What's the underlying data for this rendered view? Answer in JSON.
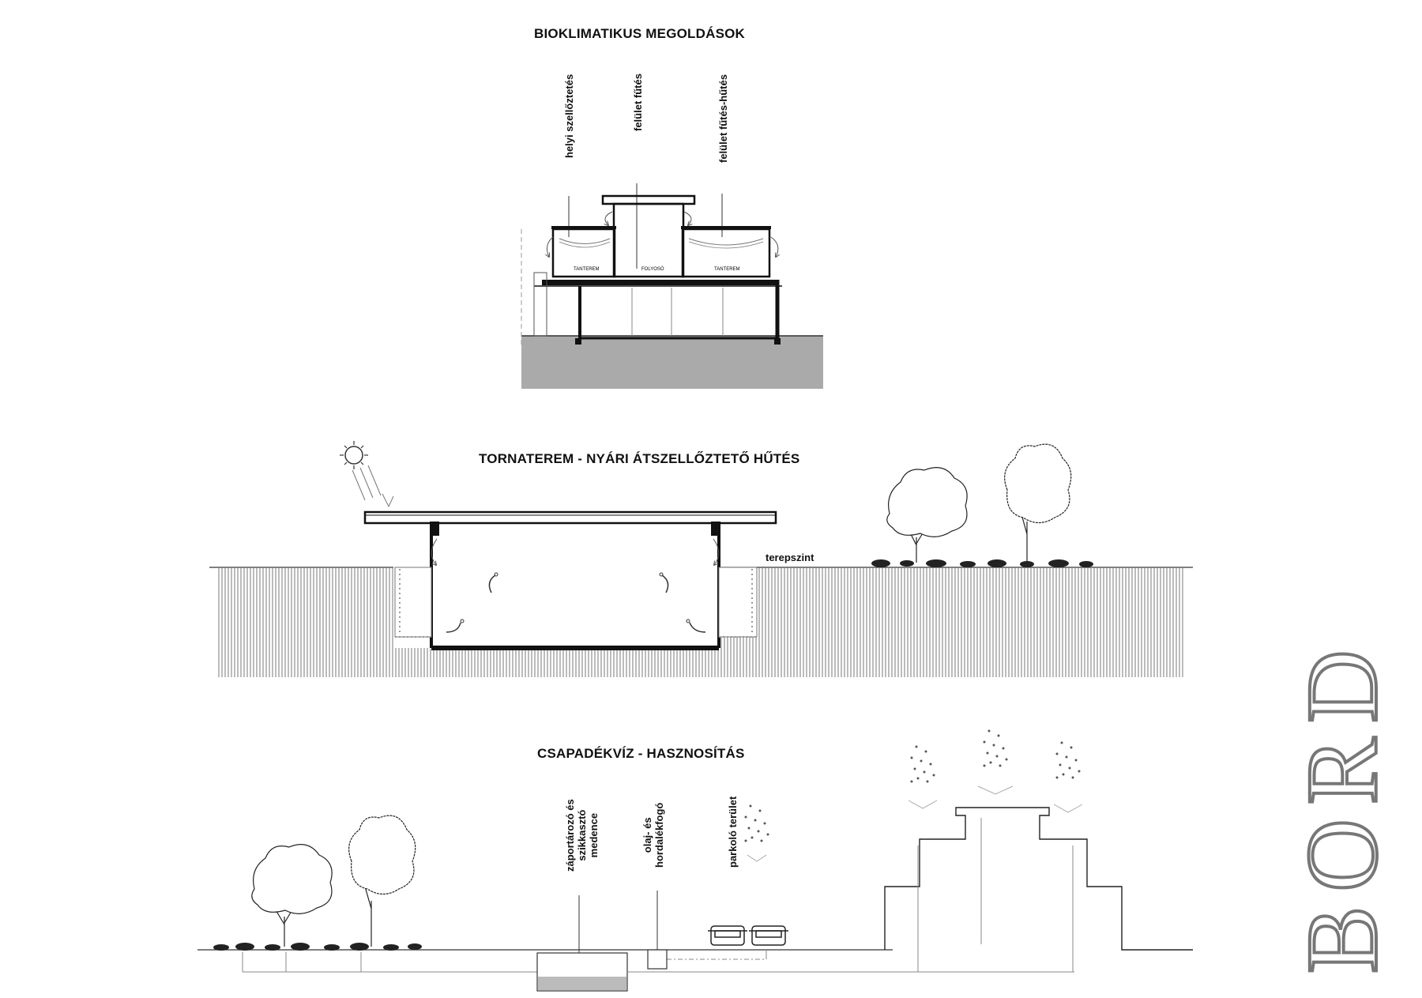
{
  "section1": {
    "title": "BIOKLIMATIKUS MEGOLDÁSOK",
    "labels": [
      "helyi szellőztetés",
      "felület fűtés",
      "felület fűtés-hűtés"
    ],
    "rooms": [
      "TANTEREM",
      "FOLYOSÓ",
      "TANTEREM"
    ]
  },
  "section2": {
    "title": "TORNATEREM - NYÁRI ÁTSZELLŐZTETŐ HŰTÉS",
    "ground_label": "terepszint"
  },
  "section3": {
    "title": "CSAPADÉKVÍZ - HASZNOSÍTÁS",
    "labels": [
      {
        "lines": [
          "záportározó és",
          "szikkasztó",
          "medence"
        ]
      },
      {
        "lines": [
          "olaj- és",
          "hordalékfogó"
        ]
      },
      {
        "lines": [
          "parkoló terület"
        ]
      }
    ]
  },
  "logo": {
    "text": "BORD"
  }
}
